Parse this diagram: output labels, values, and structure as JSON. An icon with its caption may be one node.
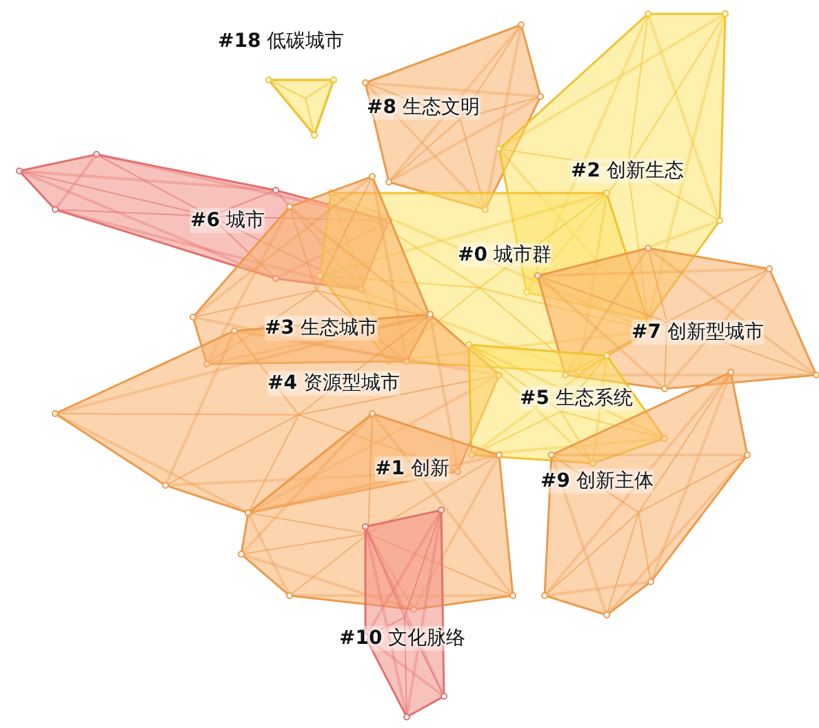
{
  "diagram": {
    "nodes": [
      {
        "text": [
          "**#18** 低碳城市"
        ]
      },
      {
        "text": [
          "**#8** 生态文明"
        ]
      },
      {
        "text": [
          "**#2** 创新生态"
        ]
      },
      {
        "text": [
          "**#6** 城市"
        ]
      },
      {
        "text": [
          "**#0** 城市群"
        ]
      },
      {
        "text": [
          "**#3** 生态城市"
        ]
      },
      {
        "text": [
          "**#7** 创新型城市"
        ]
      },
      {
        "text": [
          "**#4** 资源型城市"
        ]
      },
      {
        "text": [
          "**#5** 生态系统"
        ]
      },
      {
        "text": [
          "**#1** 创新"
        ]
      },
      {
        "text": [
          "**#9** 创新主体"
        ]
      },
      {
        "text": [
          "**#10** 文化脉络"
        ]
      }
    ]
  }
}
